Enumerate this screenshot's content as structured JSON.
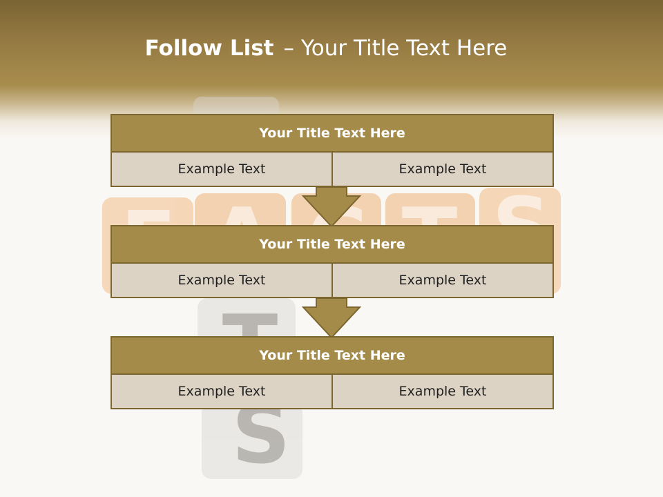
{
  "slide": {
    "title_bold": "Follow List",
    "title_dash": "–",
    "title_rest": "Your Title Text Here"
  },
  "background_art": {
    "letters": [
      "F",
      "A",
      "C",
      "T",
      "S",
      "T",
      "S"
    ]
  },
  "steps": [
    {
      "heading": "Your Title Text Here",
      "left": "Example Text",
      "right": "Example Text"
    },
    {
      "heading": "Your Title Text Here",
      "left": "Example Text",
      "right": "Example Text"
    },
    {
      "heading": "Your Title Text Here",
      "left": "Example Text",
      "right": "Example Text"
    }
  ],
  "colors": {
    "header_dark": "#7a6434",
    "block_fill": "#a58b4a",
    "block_border": "#7c6630",
    "cell_fill": "#dcd3c5",
    "arrow_fill": "#a58b4a"
  }
}
